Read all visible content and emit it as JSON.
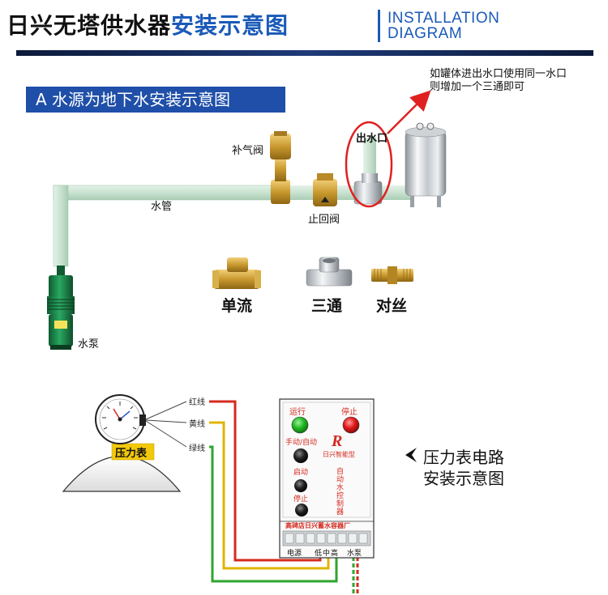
{
  "header": {
    "title_black": "日兴无塔供水器",
    "title_blue": "安装示意图",
    "title_en_line1": "INSTALLATION",
    "title_en_line2": "DIAGRAM"
  },
  "section_a": {
    "heading": "A 水源为地下水安装示意图",
    "labels": {
      "air_valve": "补气阀",
      "outlet": "出水口",
      "water_pipe": "水管",
      "check_valve": "止回阀",
      "pump": "水泵"
    },
    "note_line1": "如罐体进出水口使用同一水口",
    "note_line2": "则增加一个三通即可",
    "parts": [
      "单流",
      "三通",
      "对丝"
    ]
  },
  "section_b": {
    "wires": [
      "红线",
      "黄线",
      "绿线"
    ],
    "gauge_label": "压力表",
    "caption_line1": "压力表电路",
    "caption_line2": "安装示意图",
    "controller": {
      "run": "运行",
      "stop": "停止",
      "manual_auto": "手动/自动",
      "logo": "R",
      "brand_small": "日兴智能型",
      "start": "启动",
      "stop2": "停止",
      "vertical_text": [
        "自",
        "动",
        "水",
        "控",
        "制",
        "器"
      ],
      "factory": "高碑店日兴蓄水容器厂",
      "terminals": [
        "电源",
        "低",
        "中",
        "高",
        "水泵"
      ]
    }
  },
  "colors": {
    "accent_blue": "#1a5ab8",
    "pipe": "#cfe6d6",
    "pump_green": "#1e8a4e",
    "brass": "#c9992f",
    "wire_red": "#d42a1f",
    "wire_yellow": "#e0b400",
    "wire_green": "#2ea52e"
  }
}
